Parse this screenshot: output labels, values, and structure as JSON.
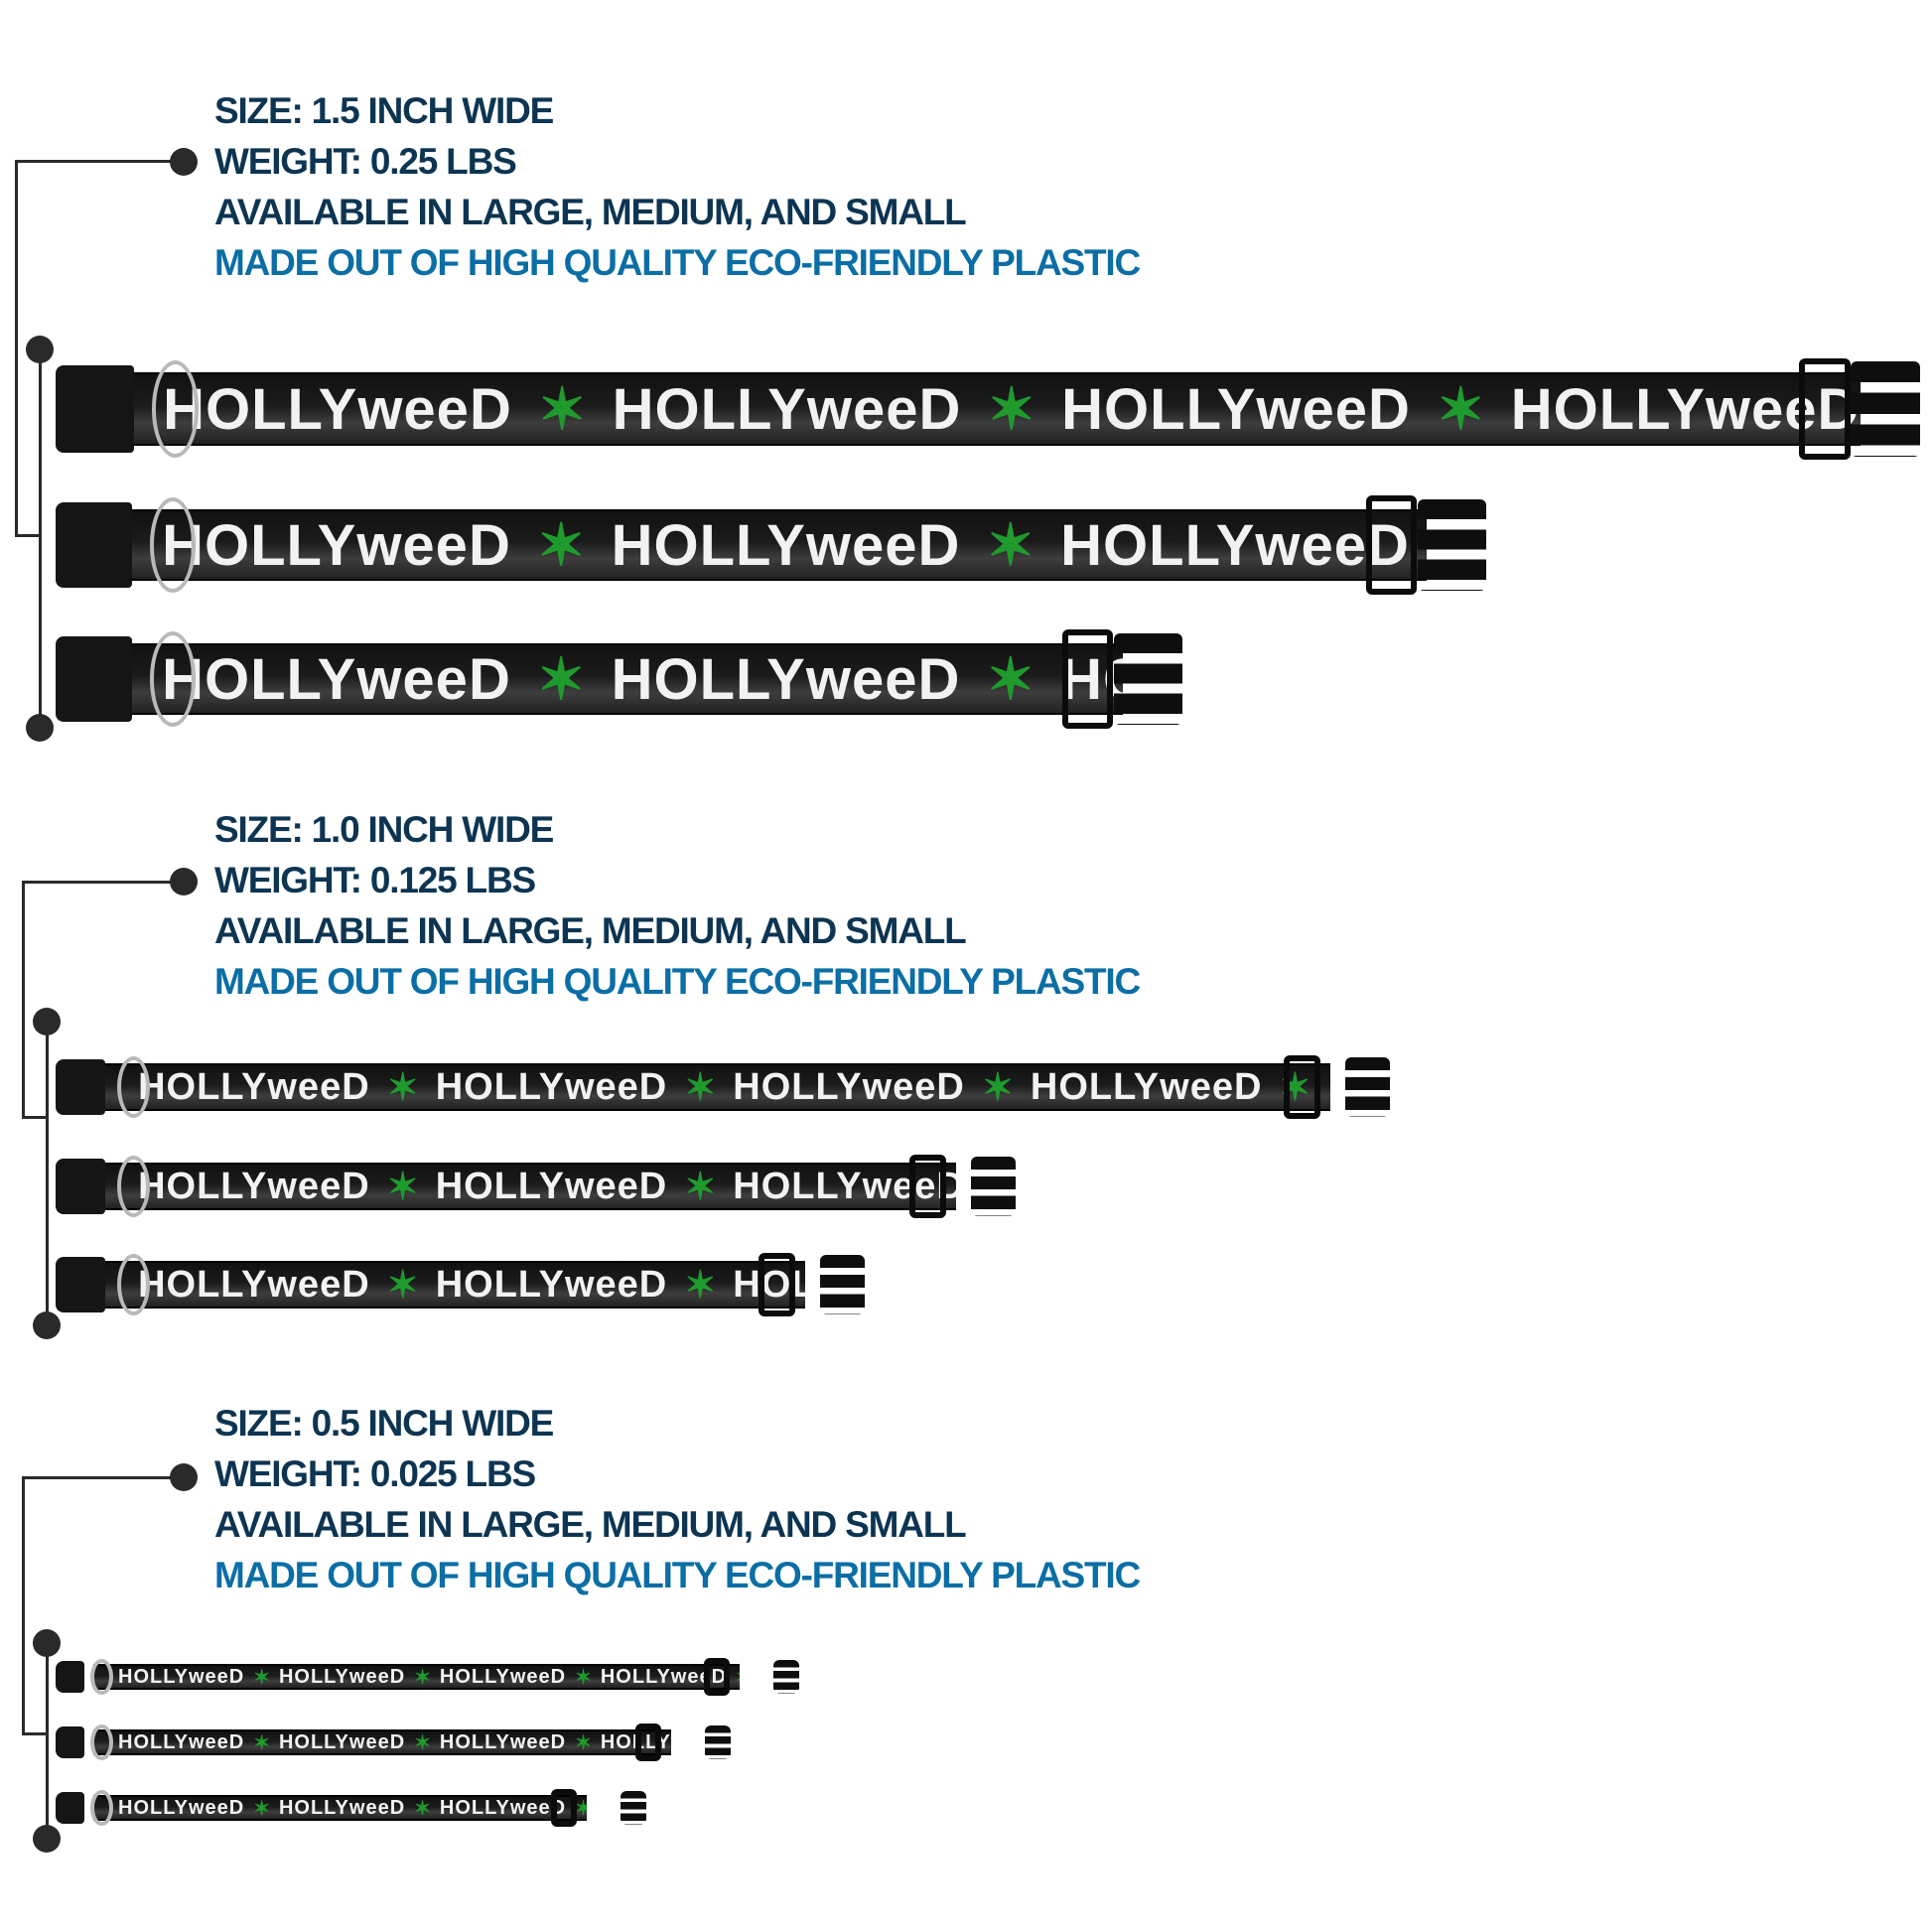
{
  "sections": [
    {
      "size": "SIZE: 1.5 INCH WIDE",
      "weight": "WEIGHT: 0.25 LBS",
      "availability": "AVAILABLE IN LARGE, MEDIUM, AND SMALL",
      "material": "MADE OUT OF HIGH QUALITY ECO-FRIENDLY PLASTIC"
    },
    {
      "size": "SIZE: 1.0 INCH WIDE",
      "weight": "WEIGHT: 0.125 LBS",
      "availability": "AVAILABLE IN LARGE, MEDIUM, AND SMALL",
      "material": "MADE OUT OF HIGH QUALITY ECO-FRIENDLY PLASTIC"
    },
    {
      "size": "SIZE: 0.5 INCH WIDE",
      "weight": "WEIGHT: 0.025 LBS",
      "availability": "AVAILABLE IN LARGE, MEDIUM, AND SMALL",
      "material": "MADE OUT OF HIGH QUALITY ECO-FRIENDLY PLASTIC"
    }
  ],
  "collar_print": {
    "text": "HOLLYweeD",
    "icon": "cannabis-leaf-icon",
    "band_color": "#1a1a1a",
    "leaf_color": "#1f9a2c"
  },
  "colors": {
    "heading": "#0d3552",
    "material": "#0b6ea5",
    "connector": "#2a2a2a"
  }
}
